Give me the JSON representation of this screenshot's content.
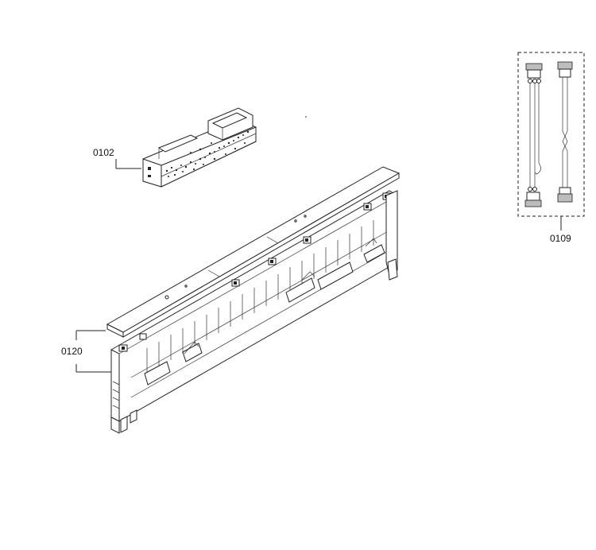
{
  "parts": {
    "electronic_module": {
      "label": "0102",
      "icon": "electronic-module-icon"
    },
    "wire_harness": {
      "label": "0109",
      "icon": "cable-harness-icon"
    },
    "control_panel": {
      "label": "0120",
      "icon": "control-panel-fascia-icon"
    }
  },
  "colors": {
    "line": "#222222",
    "background": "#ffffff",
    "fill_grey": "#bdbdbd"
  }
}
